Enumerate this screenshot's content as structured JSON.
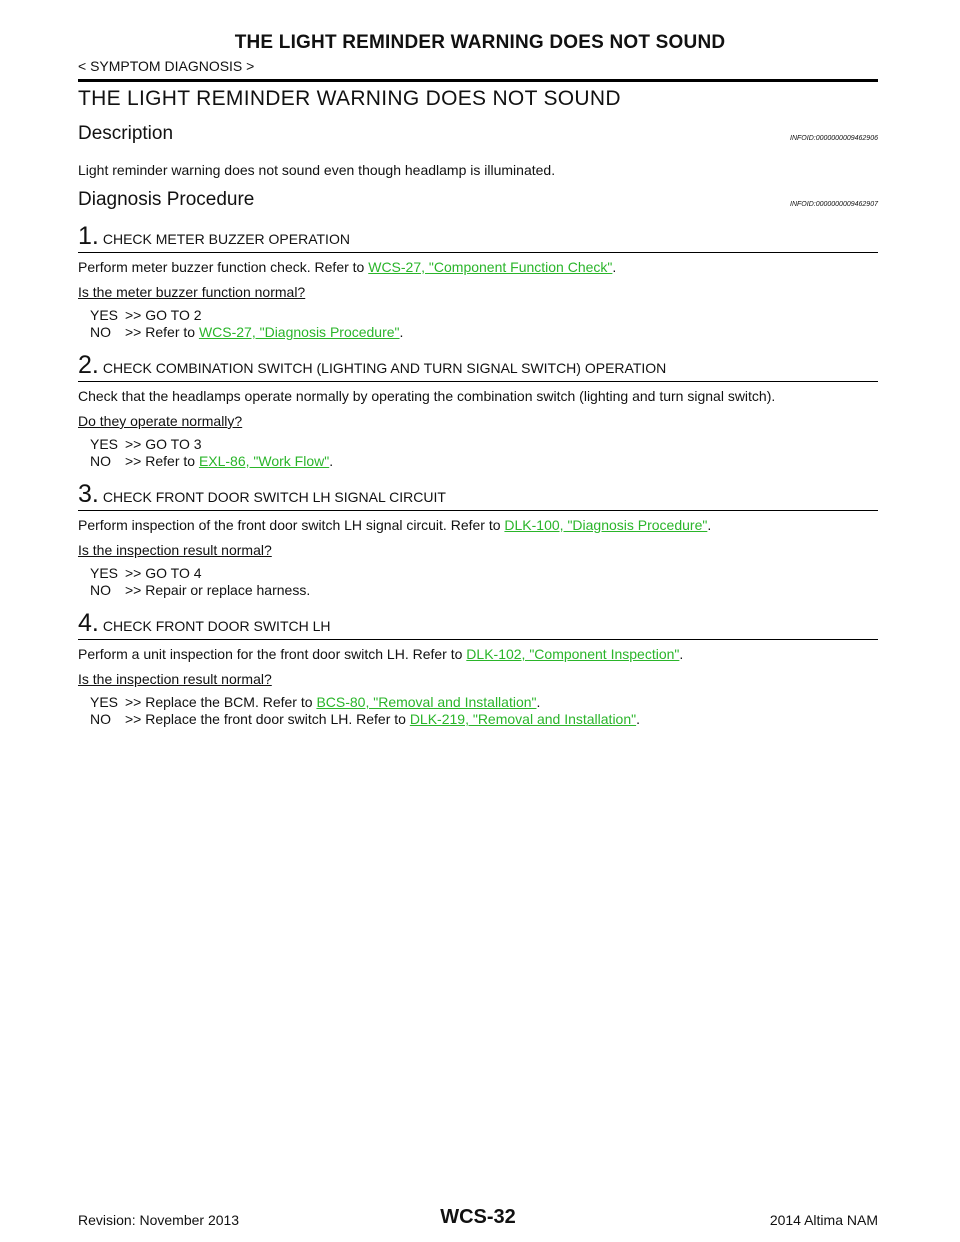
{
  "header": {
    "title": "THE LIGHT REMINDER WARNING DOES NOT SOUND",
    "breadcrumb": "< SYMPTOM DIAGNOSIS >"
  },
  "main": {
    "title": "THE LIGHT REMINDER WARNING DOES NOT SOUND",
    "description": {
      "heading": "Description",
      "infoid": "INFOID:0000000009462906",
      "text": "Light reminder warning does not sound even though headlamp is illuminated."
    },
    "diagnosis": {
      "heading": "Diagnosis Procedure",
      "infoid": "INFOID:0000000009462907"
    },
    "steps": [
      {
        "num": "1",
        "title": "CHECK METER BUZZER OPERATION",
        "body_prefix": "Perform meter buzzer function check. Refer to ",
        "body_link": "WCS-27, \"Component Function Check\"",
        "body_suffix": ".",
        "question": "Is the meter buzzer function normal?",
        "yes_label": "YES",
        "yes_text": ">> GO TO 2",
        "yes_link": "",
        "yes_suffix": "",
        "no_label": "NO",
        "no_text": ">> Refer to ",
        "no_link": "WCS-27, \"Diagnosis  Procedure\"",
        "no_suffix": "."
      },
      {
        "num": "2",
        "title": "CHECK COMBINATION SWITCH (LIGHTING AND TURN SIGNAL SWITCH) OPERATION",
        "body_prefix": "Check that the headlamps operate normally by operating the combination switch (lighting and turn signal switch).",
        "body_link": "",
        "body_suffix": "",
        "question": "Do they operate normally?",
        "yes_label": "YES",
        "yes_text": ">> GO TO 3",
        "yes_link": "",
        "yes_suffix": "",
        "no_label": "NO",
        "no_text": ">> Refer to ",
        "no_link": "EXL-86, \"Work Flow\"",
        "no_suffix": "."
      },
      {
        "num": "3",
        "title": "CHECK FRONT DOOR SWITCH LH SIGNAL CIRCUIT",
        "body_prefix": "Perform inspection of the front door switch LH signal circuit. Refer to ",
        "body_link": "DLK-100, \"Diagnosis Procedure\"",
        "body_suffix": ".",
        "question": "Is the inspection result normal?",
        "yes_label": "YES",
        "yes_text": ">> GO TO 4",
        "yes_link": "",
        "yes_suffix": "",
        "no_label": "NO",
        "no_text": ">> Repair or replace harness.",
        "no_link": "",
        "no_suffix": ""
      },
      {
        "num": "4",
        "title": "CHECK FRONT DOOR SWITCH LH",
        "body_prefix": "Perform a unit inspection for the front door switch LH. Refer to ",
        "body_link": "DLK-102, \"Component Inspection\"",
        "body_suffix": ".",
        "question": "Is the inspection result normal?",
        "yes_label": "YES",
        "yes_text": ">> Replace the BCM. Refer to ",
        "yes_link": "BCS-80, \"Removal and Installation\"",
        "yes_suffix": ".",
        "no_label": "NO",
        "no_text": ">> Replace the front door switch LH. Refer to ",
        "no_link": "DLK-219, \"Removal and Installation\"",
        "no_suffix": "."
      }
    ]
  },
  "footer": {
    "revision": "Revision: November 2013",
    "page": "WCS-32",
    "model": "2014 Altima NAM"
  },
  "colors": {
    "link": "#2ab52a",
    "text": "#111111"
  }
}
